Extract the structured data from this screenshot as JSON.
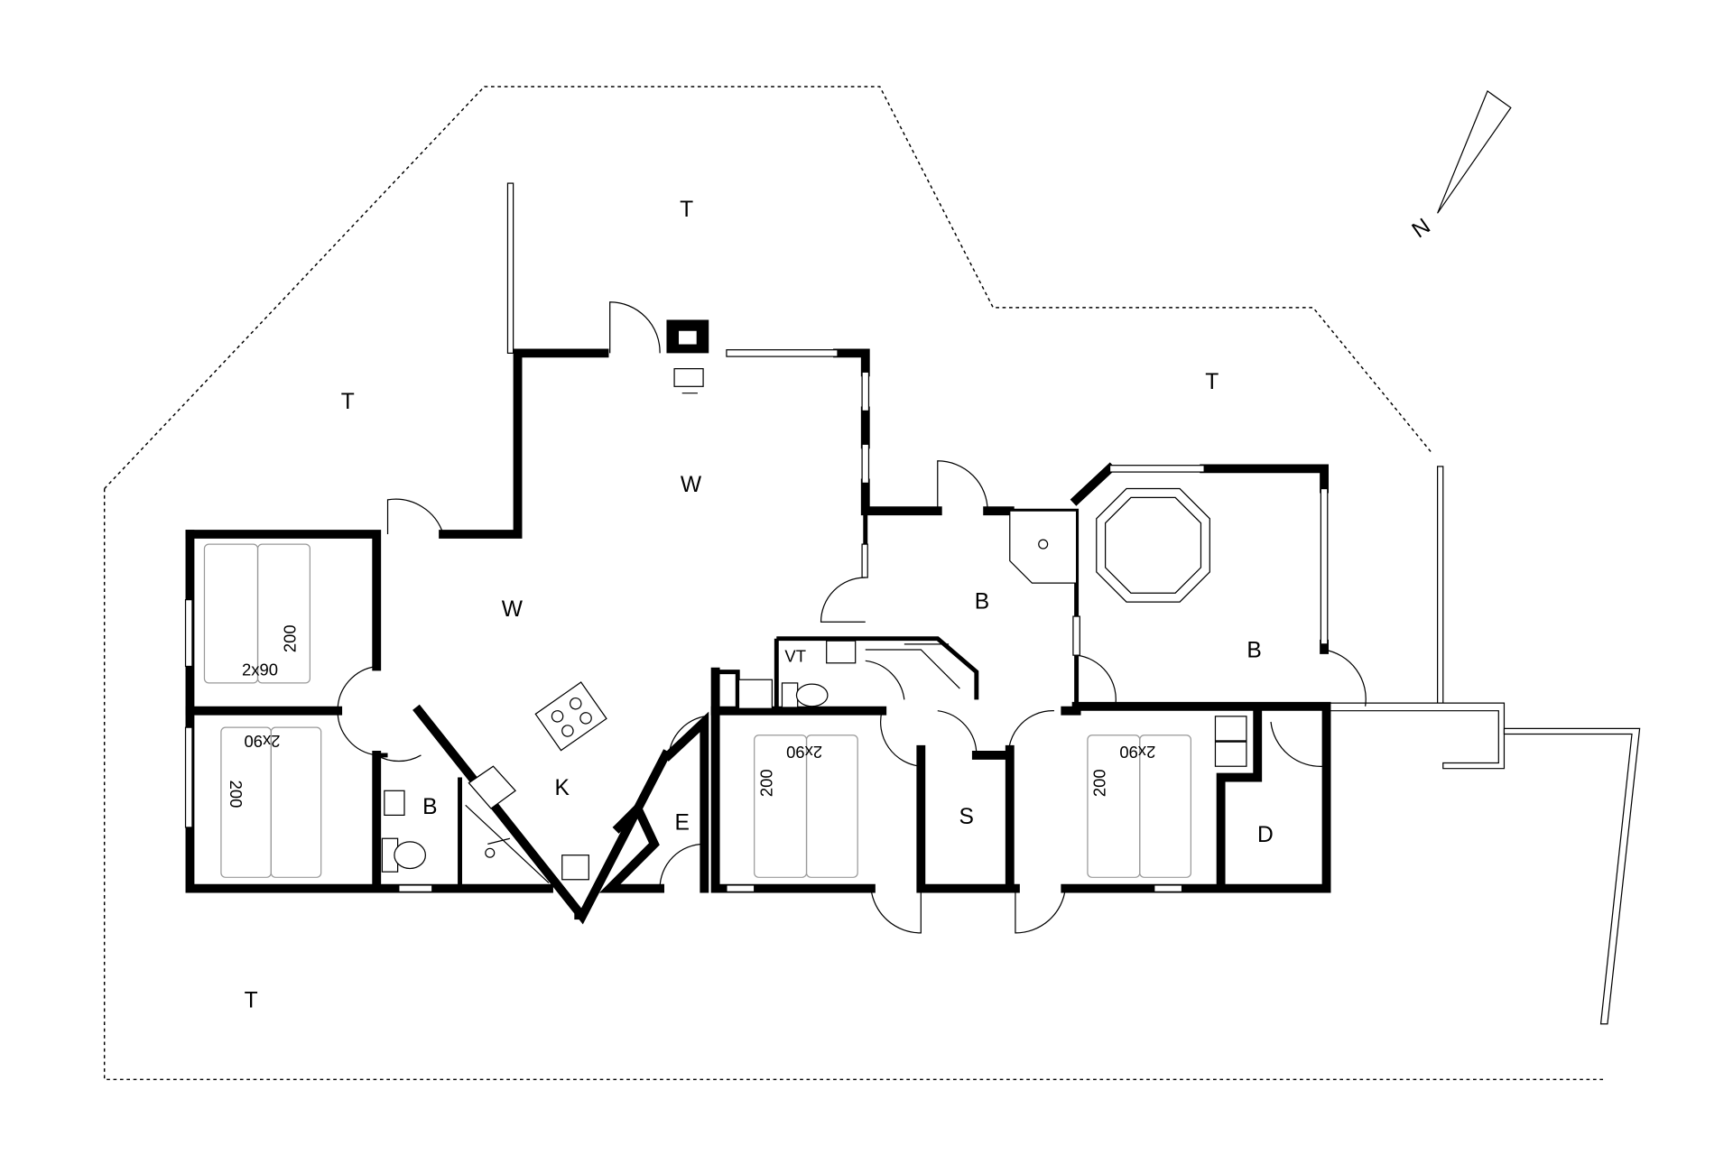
{
  "plan": {
    "compass_label": "N",
    "rooms": {
      "terrace_top": "T",
      "terrace_left": "T",
      "terrace_right": "T",
      "terrace_bottom": "T",
      "living_upper": "W",
      "living_lower": "W",
      "kitchen": "K",
      "entrance": "E",
      "bath_left": "B",
      "bath_center": "B",
      "bath_spa": "B",
      "storage": "S",
      "utility": "D",
      "toilet": "VT"
    },
    "beds": [
      {
        "size": "2x90",
        "length": "200"
      },
      {
        "size": "2x90",
        "length": "200"
      },
      {
        "size": "2x90",
        "length": "200"
      },
      {
        "size": "2x90",
        "length": "200"
      }
    ]
  }
}
